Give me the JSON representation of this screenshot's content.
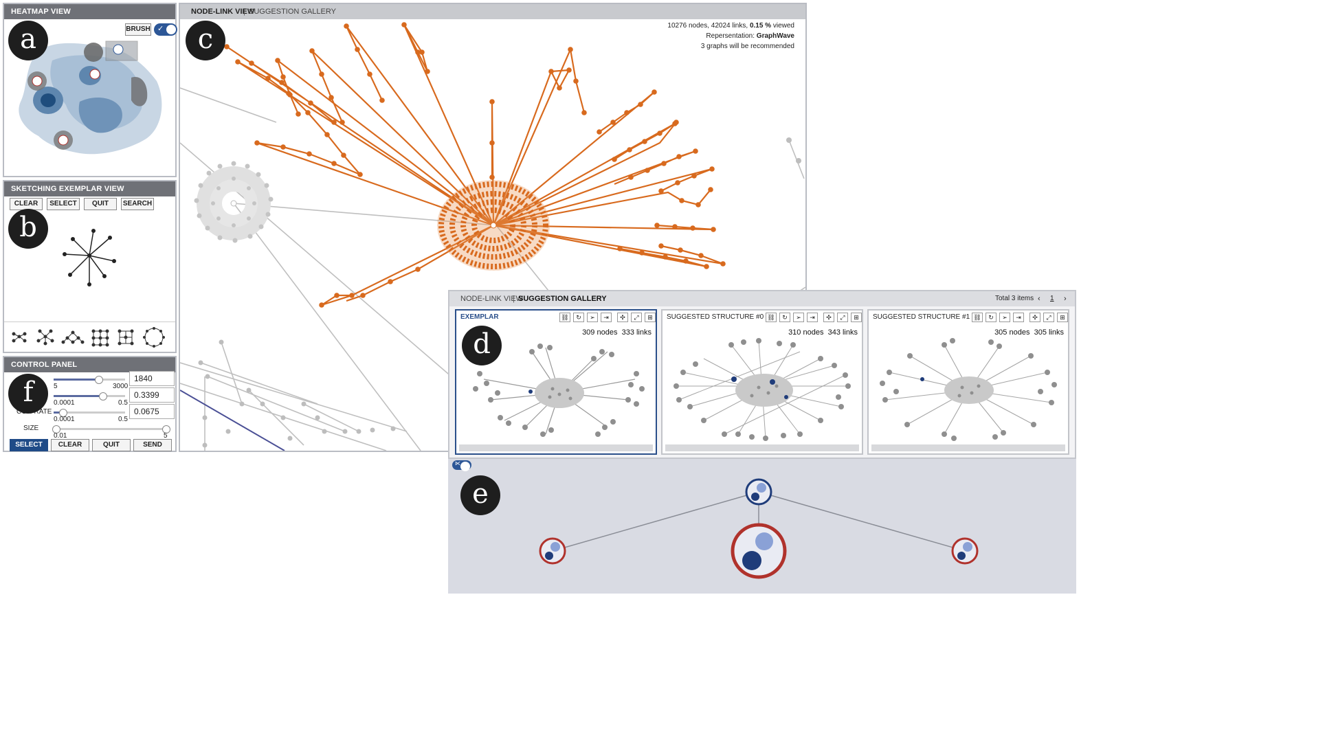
{
  "labels": {
    "a": "a",
    "b": "b",
    "c": "c",
    "d": "d",
    "e": "e",
    "f": "f"
  },
  "heatmap": {
    "title": "HEATMAP VIEW",
    "brush_label": "BRUSH",
    "toggle_icon": "check-icon"
  },
  "sketch": {
    "title": "SKETCHING EXEMPLAR VIEW",
    "buttons": {
      "clear": "CLEAR",
      "select": "SELECT",
      "quit": "QUIT",
      "search": "SEARCH"
    }
  },
  "control": {
    "title": "CONTROL PANEL",
    "sliders": [
      {
        "label": "",
        "min": "5",
        "max": "3000",
        "value": "1840",
        "level": 0.62
      },
      {
        "label": "",
        "min": "0.0001",
        "max": "0.5",
        "value": "0.3399",
        "level": 0.68
      },
      {
        "label": "COR-RATE",
        "min": "0.0001",
        "max": "0.5",
        "value": "0.0675",
        "level": 0.13
      },
      {
        "label": "SIZE",
        "min": "0.01",
        "max": "5",
        "value": "",
        "level": 1.0
      }
    ],
    "buttons": {
      "select": "SELECT",
      "clear": "CLEAR",
      "quit": "QUIT",
      "send": "SEND"
    }
  },
  "main": {
    "tabs": {
      "nodelink": "NODE-LINK VIEW",
      "gallery": "SUGGESTION GALLERY"
    },
    "info": {
      "line1_prefix": "10276 nodes, 42024 links,",
      "line1_bold": "0.15 %",
      "line1_suffix": "viewed",
      "line2_prefix": "Repersentation:",
      "line2_bold": "GraphWave",
      "line3": "3 graphs will be recommended"
    }
  },
  "gallery": {
    "tabs": {
      "nodelink": "NODE-LINK VIEW",
      "gallery": "SUGGESTION GALLERY"
    },
    "total": "Total 3 items",
    "page": "1",
    "prev_icon": "chevron-left-icon",
    "next_icon": "chevron-right-icon",
    "cards": [
      {
        "title": "EXEMPLAR",
        "nodes": "309 nodes",
        "links": "333 links"
      },
      {
        "title": "SUGGESTED STRUCTURE #0",
        "nodes": "310 nodes",
        "links": "343 links"
      },
      {
        "title": "SUGGESTED STRUCTURE #1",
        "nodes": "305 nodes",
        "links": "305 links"
      }
    ]
  },
  "colors": {
    "accent": "#2d5797",
    "orange": "#d86a1e",
    "ring_red": "#b0322c",
    "navy": "#1f3c7a"
  }
}
